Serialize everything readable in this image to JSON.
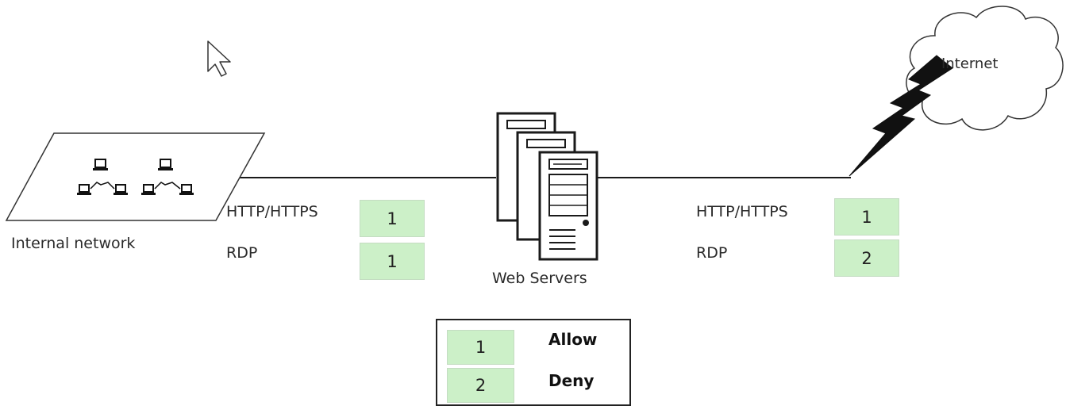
{
  "internal": {
    "label": "Internal network",
    "rules": [
      {
        "protocol": "HTTP/HTTPS",
        "code": "1"
      },
      {
        "protocol": "RDP",
        "code": "1"
      }
    ]
  },
  "servers": {
    "label": "Web Servers"
  },
  "external": {
    "label": "Internet",
    "rules": [
      {
        "protocol": "HTTP/HTTPS",
        "code": "1"
      },
      {
        "protocol": "RDP",
        "code": "2"
      }
    ]
  },
  "legend": [
    {
      "code": "1",
      "meaning": "Allow"
    },
    {
      "code": "2",
      "meaning": "Deny"
    }
  ],
  "colors": {
    "rule_box": "#ccf0c8",
    "line": "#1a1a1a"
  },
  "icons": [
    "cursor-icon",
    "computer-icon",
    "server-icon",
    "cloud-icon",
    "lightning-icon"
  ]
}
